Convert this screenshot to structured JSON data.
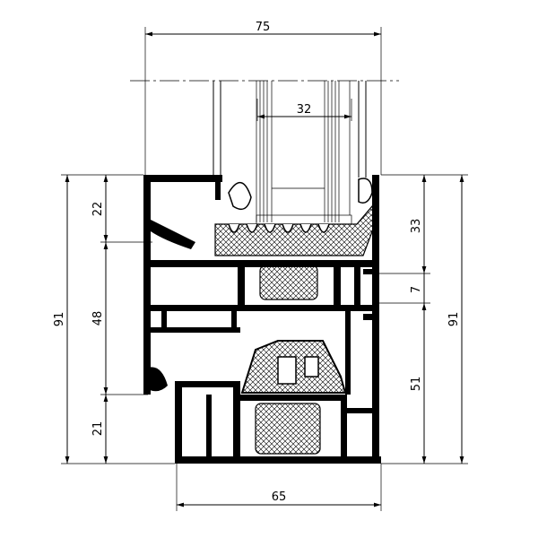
{
  "dimensions": {
    "top_width": "75",
    "glass_thickness": "32",
    "left_upper": "22",
    "left_middle": "48",
    "left_lower": "21",
    "left_total": "91",
    "right_upper": "33",
    "right_gap": "7",
    "right_lower": "51",
    "right_total": "91",
    "bottom_width": "65"
  },
  "colors": {
    "line": "#000000",
    "background": "#ffffff"
  }
}
